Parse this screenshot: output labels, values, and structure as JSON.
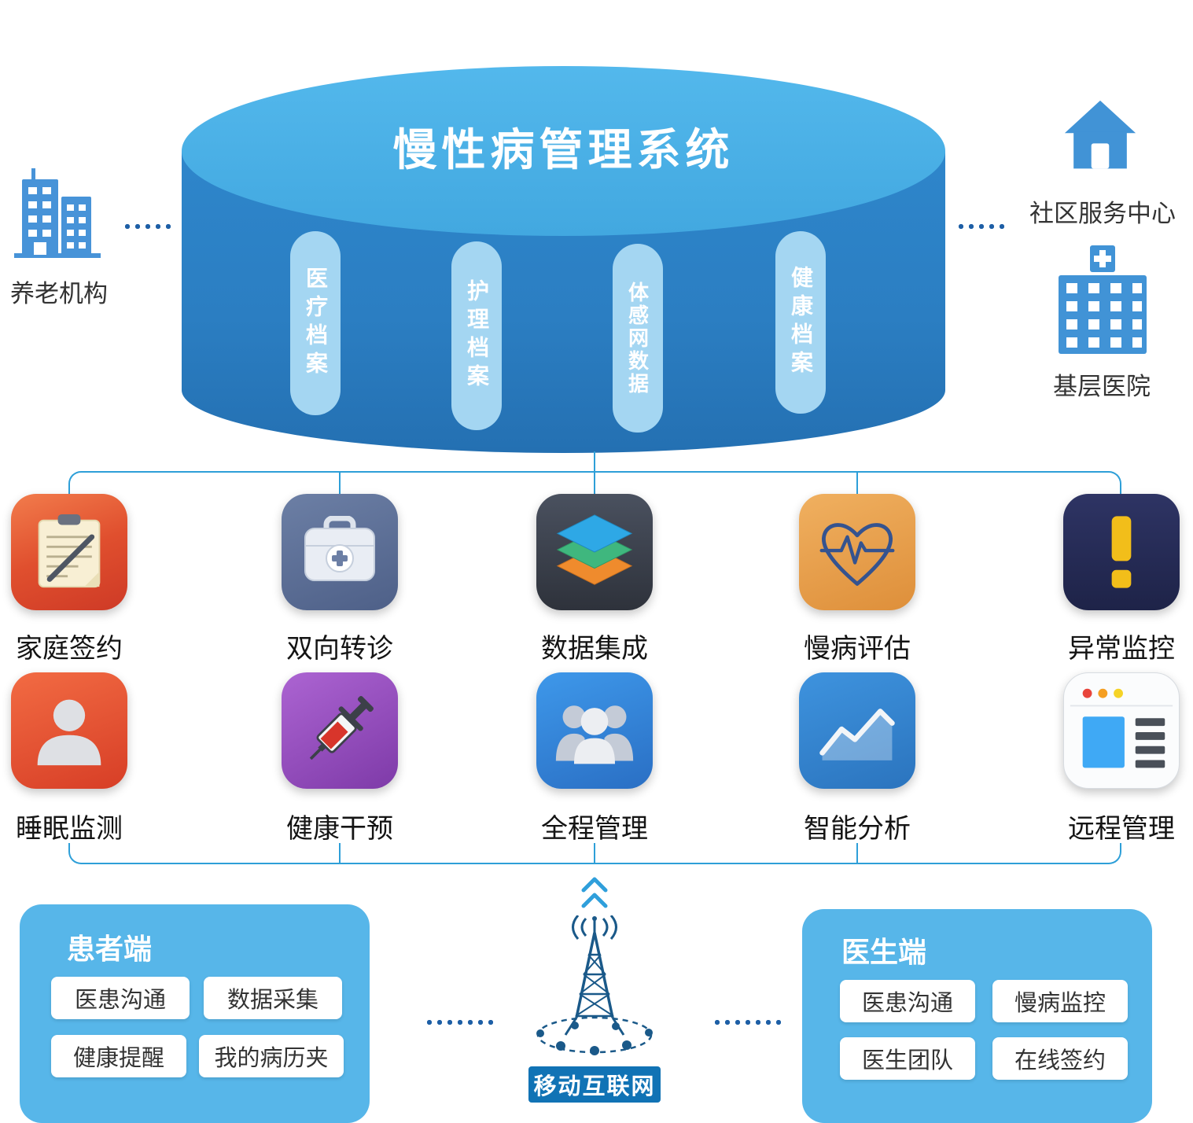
{
  "title": "慢性病管理系统",
  "database": {
    "pills": [
      {
        "label": "医疗档案"
      },
      {
        "label": "护理档案"
      },
      {
        "label": "体感网数据"
      },
      {
        "label": "健康档案"
      }
    ]
  },
  "organizations": {
    "left": {
      "label": "养老机构",
      "icon": "building-icon"
    },
    "top_right": {
      "label": "社区服务中心",
      "icon": "house-icon"
    },
    "bottom_right": {
      "label": "基层医院",
      "icon": "hospital-icon"
    }
  },
  "modules": {
    "row1": [
      {
        "label": "家庭签约",
        "icon": "clipboard-pencil-icon",
        "color": "#E04F2E"
      },
      {
        "label": "双向转诊",
        "icon": "medical-kit-icon",
        "color": "#5A6C92"
      },
      {
        "label": "数据集成",
        "icon": "stacked-layers-icon",
        "color": "#343943"
      },
      {
        "label": "慢病评估",
        "icon": "heart-ecg-icon",
        "color": "#E3A04C"
      },
      {
        "label": "异常监控",
        "icon": "exclamation-icon",
        "color": "#252B52"
      }
    ],
    "row2": [
      {
        "label": "睡眠监测",
        "icon": "person-icon",
        "color": "#E2492F"
      },
      {
        "label": "健康干预",
        "icon": "syringe-icon",
        "color": "#8E4BB8"
      },
      {
        "label": "全程管理",
        "icon": "people-group-icon",
        "color": "#2F7FD2"
      },
      {
        "label": "智能分析",
        "icon": "line-chart-icon",
        "color": "#3387CE"
      },
      {
        "label": "远程管理",
        "icon": "browser-window-icon",
        "color": "#F5F6F8"
      }
    ]
  },
  "panels": {
    "patient": {
      "title": "患者端",
      "buttons": [
        "医患沟通",
        "数据采集",
        "健康提醒",
        "我的病历夹"
      ]
    },
    "doctor": {
      "title": "医生端",
      "buttons": [
        "医患沟通",
        "慢病监控",
        "医生团队",
        "在线签约"
      ]
    }
  },
  "network": {
    "label": "移动互联网",
    "icon": "radio-tower-icon"
  },
  "colors": {
    "cylinder_top": "#47ADE4",
    "cylinder_body": "#2A7CC0",
    "pill": "#A4D6F2",
    "accent_line": "#2E9FD8",
    "dotted_line": "#1E5FA6",
    "panel_bg": "#57B6E9",
    "network_label_bg": "#1173B5",
    "org_icon_blue": "#4793D8"
  }
}
